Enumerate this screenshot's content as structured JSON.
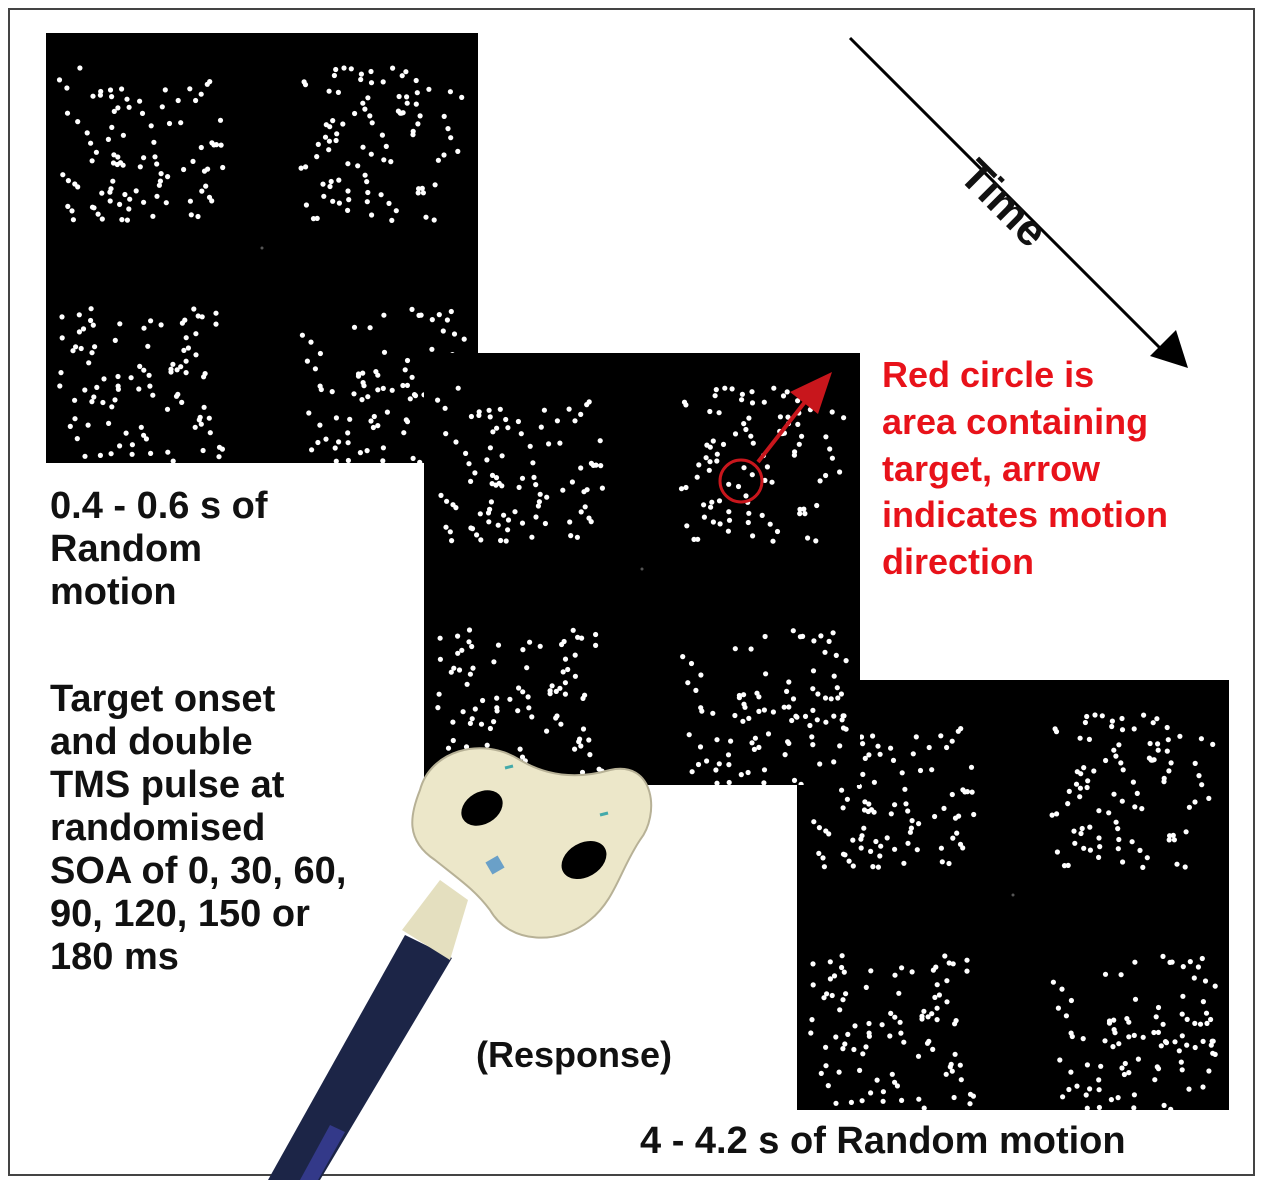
{
  "time_label": "Time",
  "panel1_caption": [
    "0.4 - 0.6 s of",
    "Random",
    "motion"
  ],
  "target_caption": [
    "Target onset",
    "and double",
    "TMS pulse at",
    "randomised",
    "SOA of 0, 30, 60,",
    "90, 120, 150 or",
    "180 ms"
  ],
  "annotation": [
    "Red circle is",
    "area containing",
    "target, arrow",
    "indicates motion",
    "direction"
  ],
  "response_label": "(Response)",
  "panel3_caption": "4 - 4.2 s of Random motion",
  "colors": {
    "annotation": "#e8121a",
    "panel": "#000000",
    "dots": "#ffffff",
    "coil": "#ece7c9",
    "handle": "#1c2547"
  },
  "icons": [
    "tms-coil-icon",
    "time-arrow-icon"
  ]
}
